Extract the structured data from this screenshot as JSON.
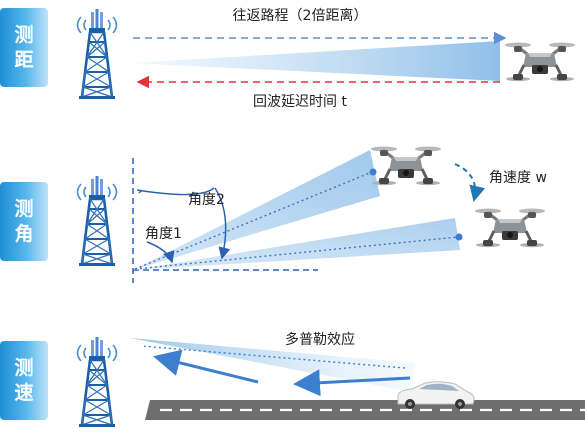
{
  "sections": [
    {
      "side_label": "测距"
    },
    {
      "side_label": "测角"
    },
    {
      "side_label": "测速"
    }
  ],
  "ranging": {
    "top_caption": "往返路程（2倍距离）",
    "bottom_caption": "回波延迟时间 t"
  },
  "angle": {
    "angle2_label": "角度2",
    "angle1_label": "角度1",
    "angular_speed_label": "角速度 w"
  },
  "speed": {
    "doppler_label": "多普勒效应"
  },
  "colors": {
    "side_blue": "#1e8fd6",
    "tower_blue": "#1a5fa8",
    "forward_arrow": "#5b8fd6",
    "return_arrow": "#e0343a",
    "beam_blue": "#9cc7ec",
    "road_gray": "#6e6e6e"
  }
}
